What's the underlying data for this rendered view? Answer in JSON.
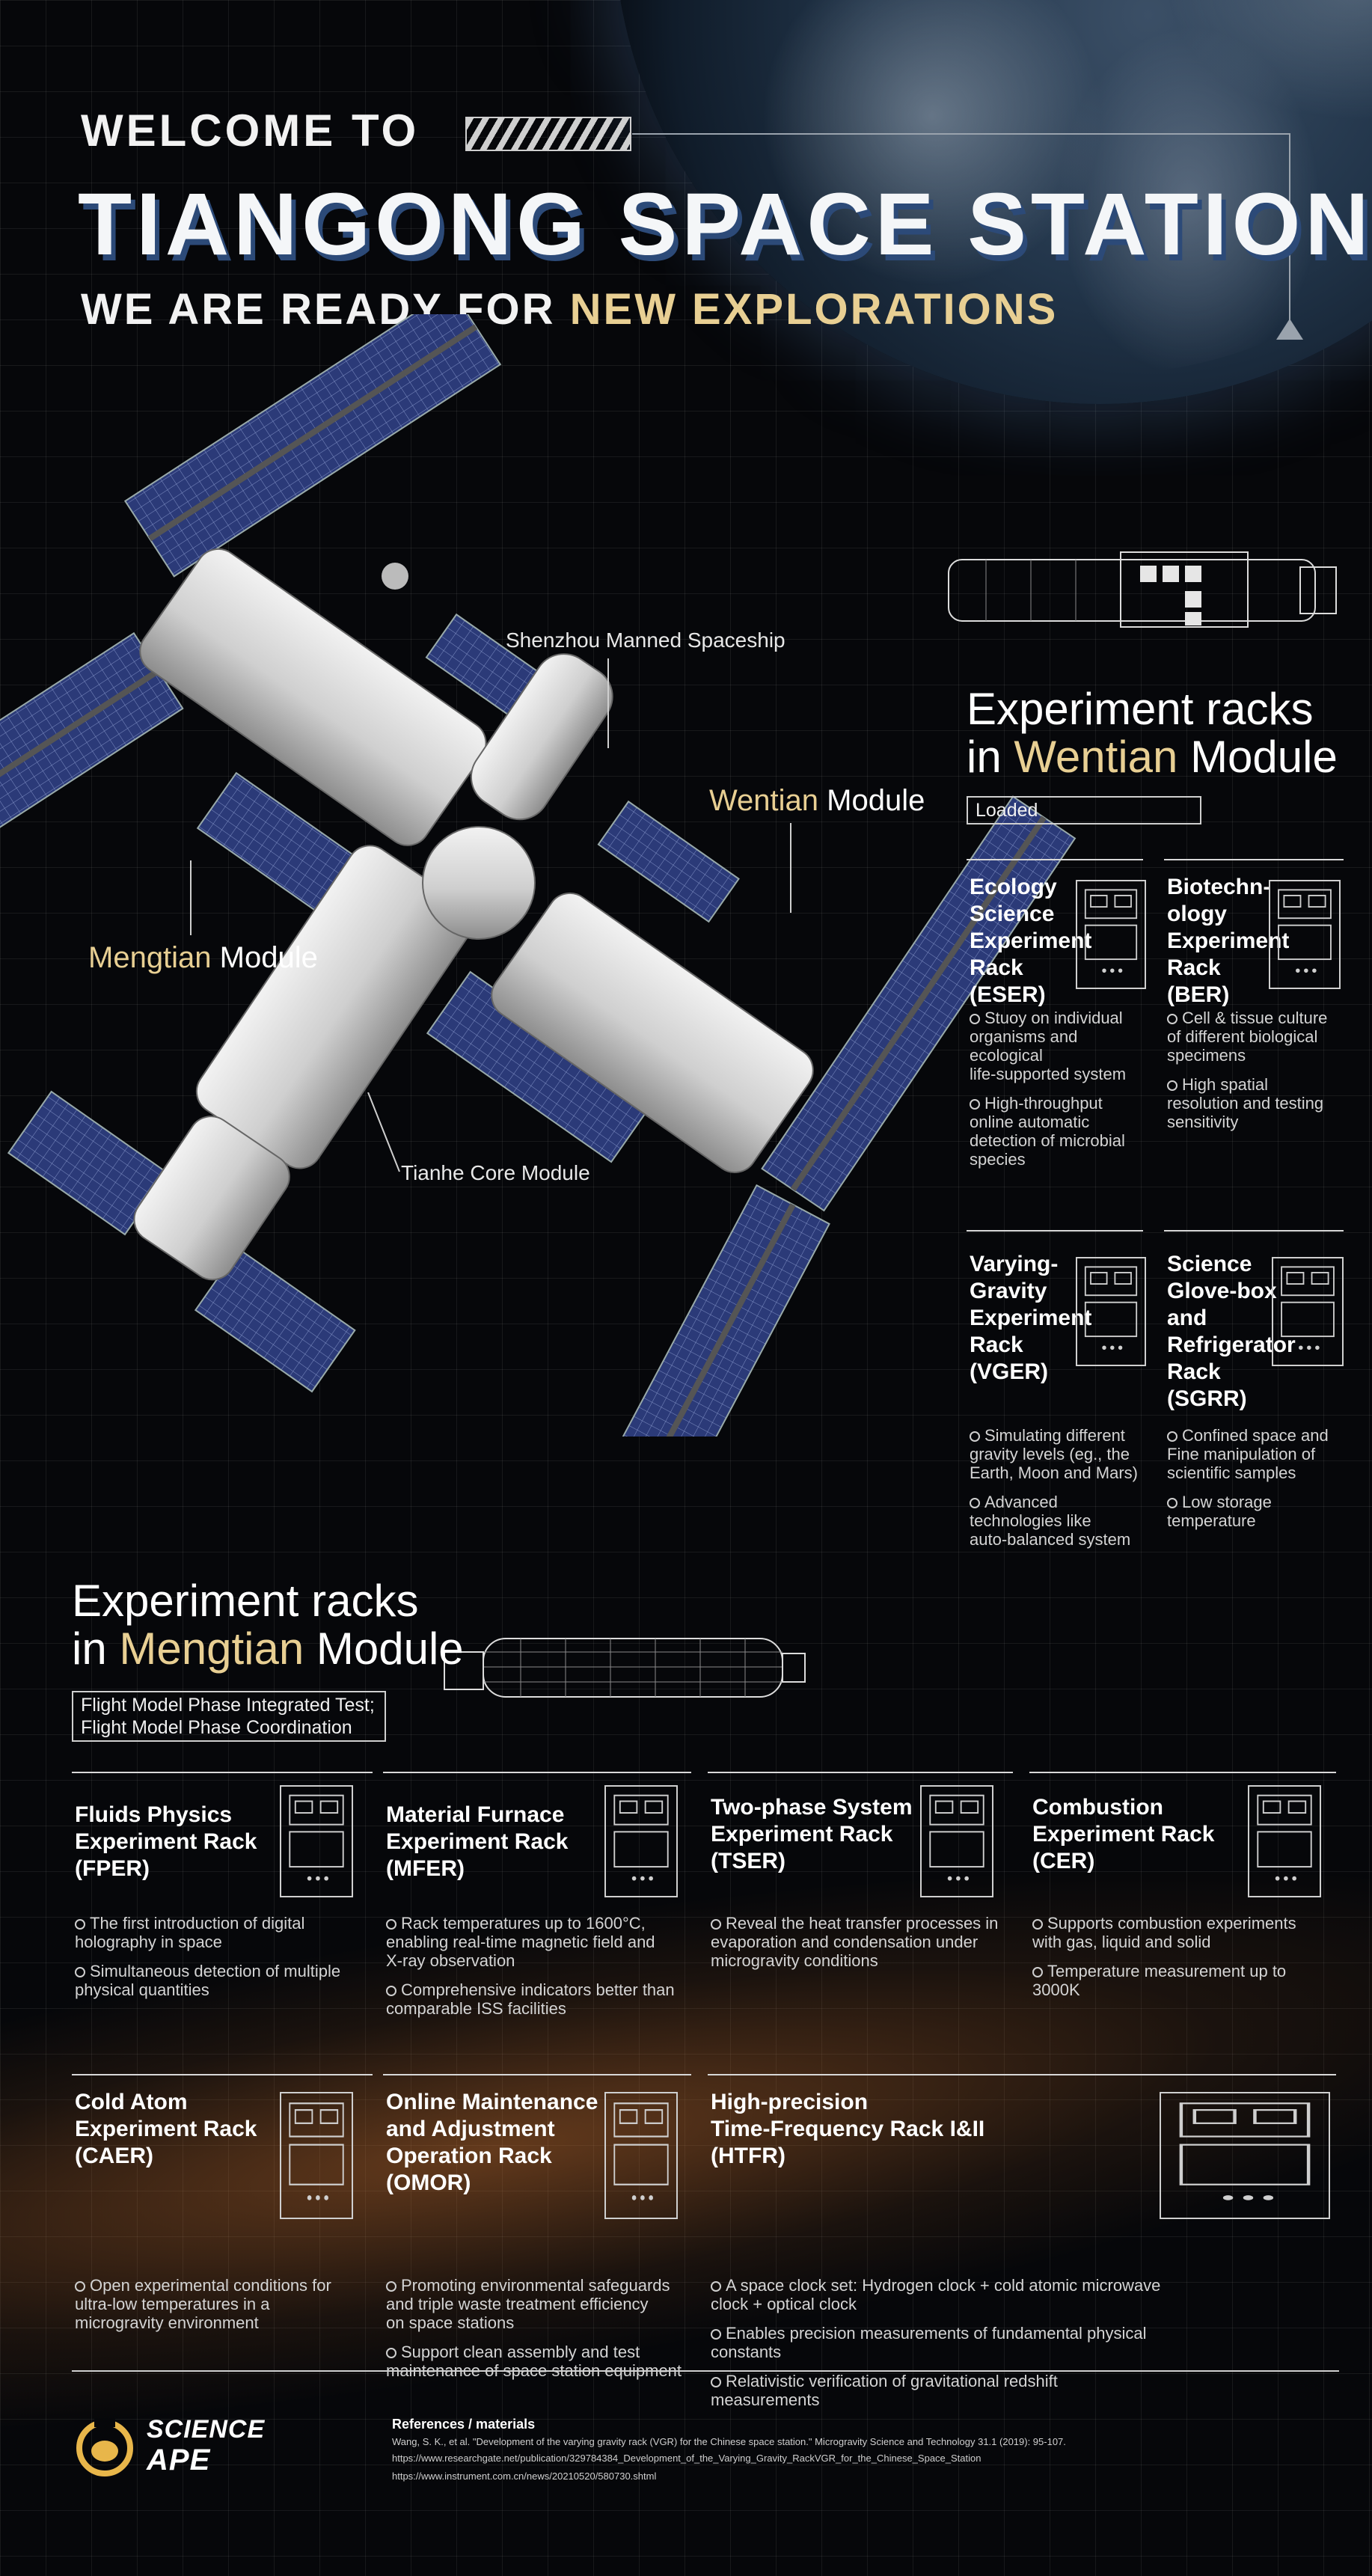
{
  "header": {
    "welcome": "WELCOME TO",
    "title": "TIANGONG SPACE STATION",
    "subtitle_white": "WE ARE READY FOR",
    "subtitle_gold": "NEW EXPLORATIONS"
  },
  "callouts": {
    "shenzhou": "Shenzhou Manned Spaceship",
    "wentian_gold": "Wentian",
    "wentian_rest": " Module",
    "mengtian_gold": "Mengtian",
    "mengtian_rest": " Module",
    "tianhe": "Tianhe Core Module"
  },
  "wentian_section": {
    "title_line1": "Experiment racks",
    "title_line2_prefix": "in ",
    "title_line2_gold": "Wentian",
    "title_line2_suffix": " Module",
    "status": "Loaded",
    "racks": [
      {
        "name": [
          "Ecology",
          "Science",
          "Experiment",
          "Rack",
          "(ESER)"
        ],
        "bullets": [
          [
            "Stuoy on individual",
            "organisms and",
            "ecological",
            "life-supported system"
          ],
          [
            "High-throughput",
            "online automatic",
            "detection of microbial",
            "species"
          ]
        ]
      },
      {
        "name": [
          "Biotechn-",
          "ology",
          "Experiment",
          "Rack",
          "(BER)"
        ],
        "bullets": [
          [
            "Cell & tissue culture",
            "of different biological",
            "specimens"
          ],
          [
            "High spatial",
            "resolution and testing",
            "sensitivity"
          ]
        ]
      },
      {
        "name": [
          "Varying-",
          "Gravity",
          "Experiment",
          "Rack",
          "(VGER)"
        ],
        "bullets": [
          [
            "Simulating different",
            "gravity levels (eg., the",
            "Earth, Moon and Mars)"
          ],
          [
            "Advanced",
            "technologies like",
            "auto-balanced system"
          ]
        ]
      },
      {
        "name": [
          "Science",
          "Glove-box",
          "and",
          "Refrigerator",
          "Rack",
          "(SGRR)"
        ],
        "bullets": [
          [
            "Confined space and",
            "Fine manipulation of",
            "scientific samples"
          ],
          [
            "Low storage",
            "temperature"
          ]
        ]
      }
    ]
  },
  "mengtian_section": {
    "title_line1": "Experiment racks",
    "title_line2_prefix": "in ",
    "title_line2_gold": "Mengtian",
    "title_line2_suffix": " Module",
    "status_line1": "Flight Model Phase Integrated Test;",
    "status_line2": "Flight Model Phase Coordination",
    "racks": [
      {
        "name": [
          "Fluids Physics",
          "Experiment Rack",
          "(FPER)"
        ],
        "bullets": [
          [
            "The first introduction of digital",
            "holography in space"
          ],
          [
            "Simultaneous detection of multiple",
            "physical quantities"
          ]
        ]
      },
      {
        "name": [
          "Material Furnace",
          "Experiment Rack",
          "(MFER)"
        ],
        "bullets": [
          [
            "Rack temperatures up to 1600°C,",
            "enabling real-time magnetic field and",
            "X-ray observation"
          ],
          [
            "Comprehensive indicators better than",
            "comparable ISS facilities"
          ]
        ]
      },
      {
        "name": [
          "Two-phase System",
          "Experiment Rack",
          "(TSER)"
        ],
        "bullets": [
          [
            "Reveal the heat transfer processes in",
            "evaporation and condensation under",
            "microgravity conditions"
          ]
        ]
      },
      {
        "name": [
          "Combustion",
          "Experiment Rack",
          "(CER)"
        ],
        "bullets": [
          [
            "Supports combustion experiments",
            "with gas, liquid and solid"
          ],
          [
            "Temperature measurement up to",
            "3000K"
          ]
        ]
      },
      {
        "name": [
          "Cold Atom",
          "Experiment Rack",
          "(CAER)"
        ],
        "bullets": [
          [
            "Open experimental conditions for",
            "ultra-low temperatures  in a",
            "microgravity environment"
          ]
        ]
      },
      {
        "name": [
          "Online Maintenance",
          "and Adjustment",
          "Operation Rack",
          "(OMOR)"
        ],
        "bullets": [
          [
            "Promoting environmental safeguards",
            "and triple waste treatment efficiency",
            "on space stations"
          ],
          [
            "Support clean assembly and test",
            "maintenance of space station equipment"
          ]
        ]
      },
      {
        "name": [
          "High-precision",
          "Time-Frequency Rack I&II",
          "(HTFR)"
        ],
        "bullets": [
          [
            "A space clock set: Hydrogen clock + cold atomic microwave",
            "clock + optical clock"
          ],
          [
            "Enables precision measurements of fundamental physical",
            "constants"
          ],
          [
            "Relativistic verification of gravitational redshift",
            "measurements"
          ]
        ]
      }
    ]
  },
  "footer": {
    "logo_line1": "SCIENCE",
    "logo_line2": "APE",
    "ref_title": "References / materials",
    "ref_line1": "Wang, S. K., et al. \"Development of the varying gravity rack (VGR) for the Chinese space station.\" Microgravity Science and Technology 31.1 (2019): 95-107.",
    "ref_line2": "https://www.researchgate.net/publication/329784384_Development_of_the_Varying_Gravity_RackVGR_for_the_Chinese_Space_Station",
    "ref_line3": "https://www.instrument.com.cn/news/20210520/580730.shtml"
  },
  "colors": {
    "gold": "#e8cf93",
    "panel_blue": "#2b3a78",
    "background": "#06070a"
  }
}
